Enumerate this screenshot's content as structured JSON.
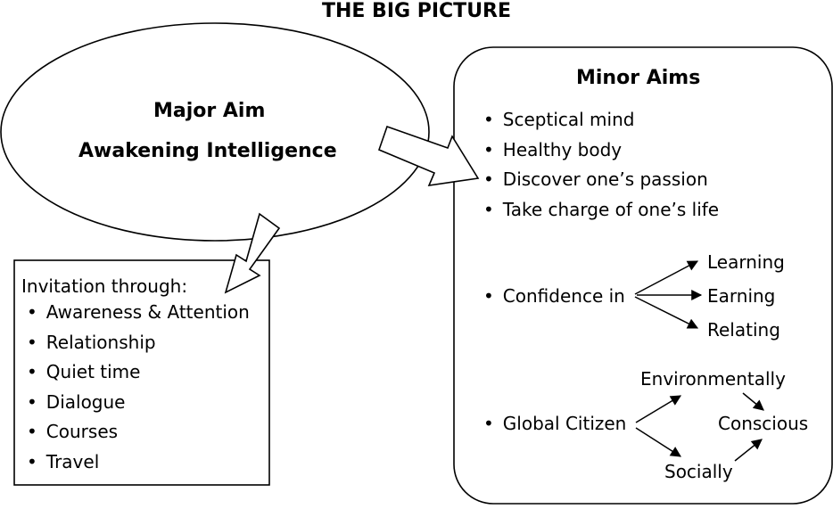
{
  "title": "THE BIG PICTURE",
  "major_aim": {
    "line1": "Major Aim",
    "line2": "Awakening Intelligence"
  },
  "invitation": {
    "heading": "Invitation through:",
    "items": [
      "Awareness & Attention",
      "Relationship",
      "Quiet time",
      "Dialogue",
      "Courses",
      "Travel"
    ]
  },
  "minor_aims": {
    "heading": "Minor Aims",
    "items": [
      "Sceptical mind",
      "Healthy body",
      "Discover one’s passion",
      "Take charge of one’s life"
    ],
    "confidence": {
      "label": "Confidence in",
      "targets": [
        "Learning",
        "Earning",
        "Relating"
      ]
    },
    "global": {
      "label": "Global Citizen",
      "environmentally": "Environmentally",
      "socially": "Socially",
      "conscious": "Conscious"
    }
  },
  "bullet": "•"
}
